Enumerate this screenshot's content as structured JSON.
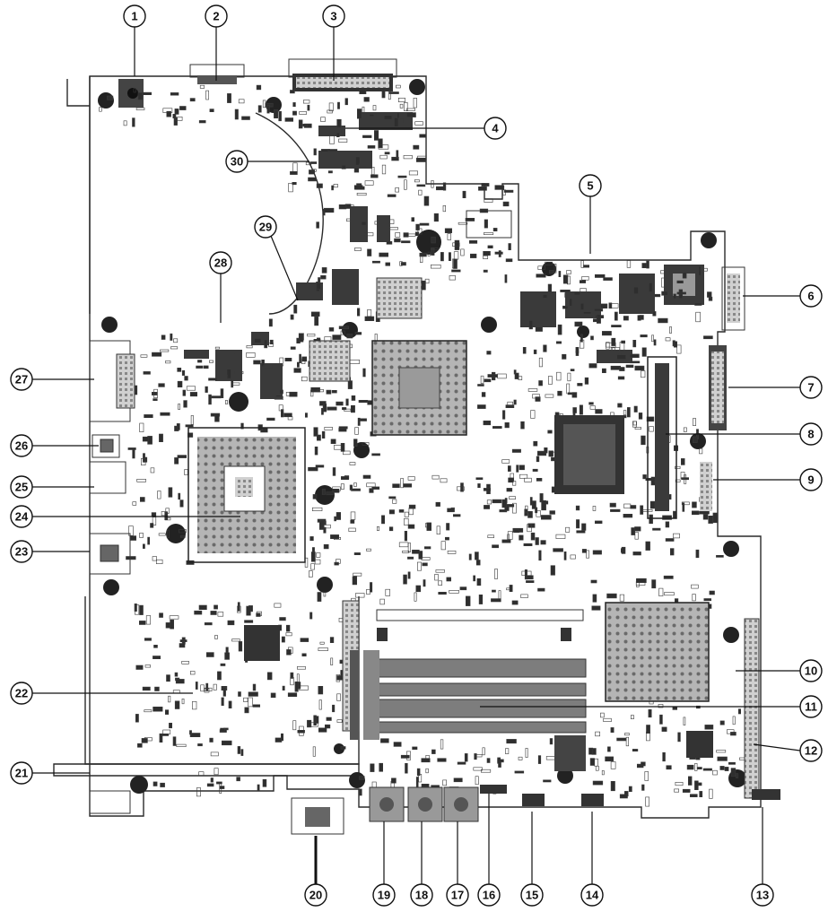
{
  "diagram": {
    "callouts": [
      {
        "id": "c1",
        "label": "1"
      },
      {
        "id": "c2",
        "label": "2"
      },
      {
        "id": "c3",
        "label": "3"
      },
      {
        "id": "c4",
        "label": "4"
      },
      {
        "id": "c5",
        "label": "5"
      },
      {
        "id": "c6",
        "label": "6"
      },
      {
        "id": "c7",
        "label": "7"
      },
      {
        "id": "c8",
        "label": "8"
      },
      {
        "id": "c9",
        "label": "9"
      },
      {
        "id": "c10",
        "label": "10"
      },
      {
        "id": "c11",
        "label": "11"
      },
      {
        "id": "c12",
        "label": "12"
      },
      {
        "id": "c13",
        "label": "13"
      },
      {
        "id": "c14",
        "label": "14"
      },
      {
        "id": "c15",
        "label": "15"
      },
      {
        "id": "c16",
        "label": "16"
      },
      {
        "id": "c17",
        "label": "17"
      },
      {
        "id": "c18",
        "label": "18"
      },
      {
        "id": "c19",
        "label": "19"
      },
      {
        "id": "c20",
        "label": "20"
      },
      {
        "id": "c21",
        "label": "21"
      },
      {
        "id": "c22",
        "label": "22"
      },
      {
        "id": "c23",
        "label": "23"
      },
      {
        "id": "c24",
        "label": "24"
      },
      {
        "id": "c25",
        "label": "25"
      },
      {
        "id": "c26",
        "label": "26"
      },
      {
        "id": "c27",
        "label": "27"
      },
      {
        "id": "c28",
        "label": "28"
      },
      {
        "id": "c29",
        "label": "29"
      },
      {
        "id": "c30",
        "label": "30"
      }
    ],
    "colors": {
      "board_line": "#2a2a2a",
      "component_dark": "#3a3a3a",
      "bga_fill": "#9a9a9a",
      "slot_fill": "#7d7d7d",
      "callout_stroke": "#111111"
    }
  }
}
